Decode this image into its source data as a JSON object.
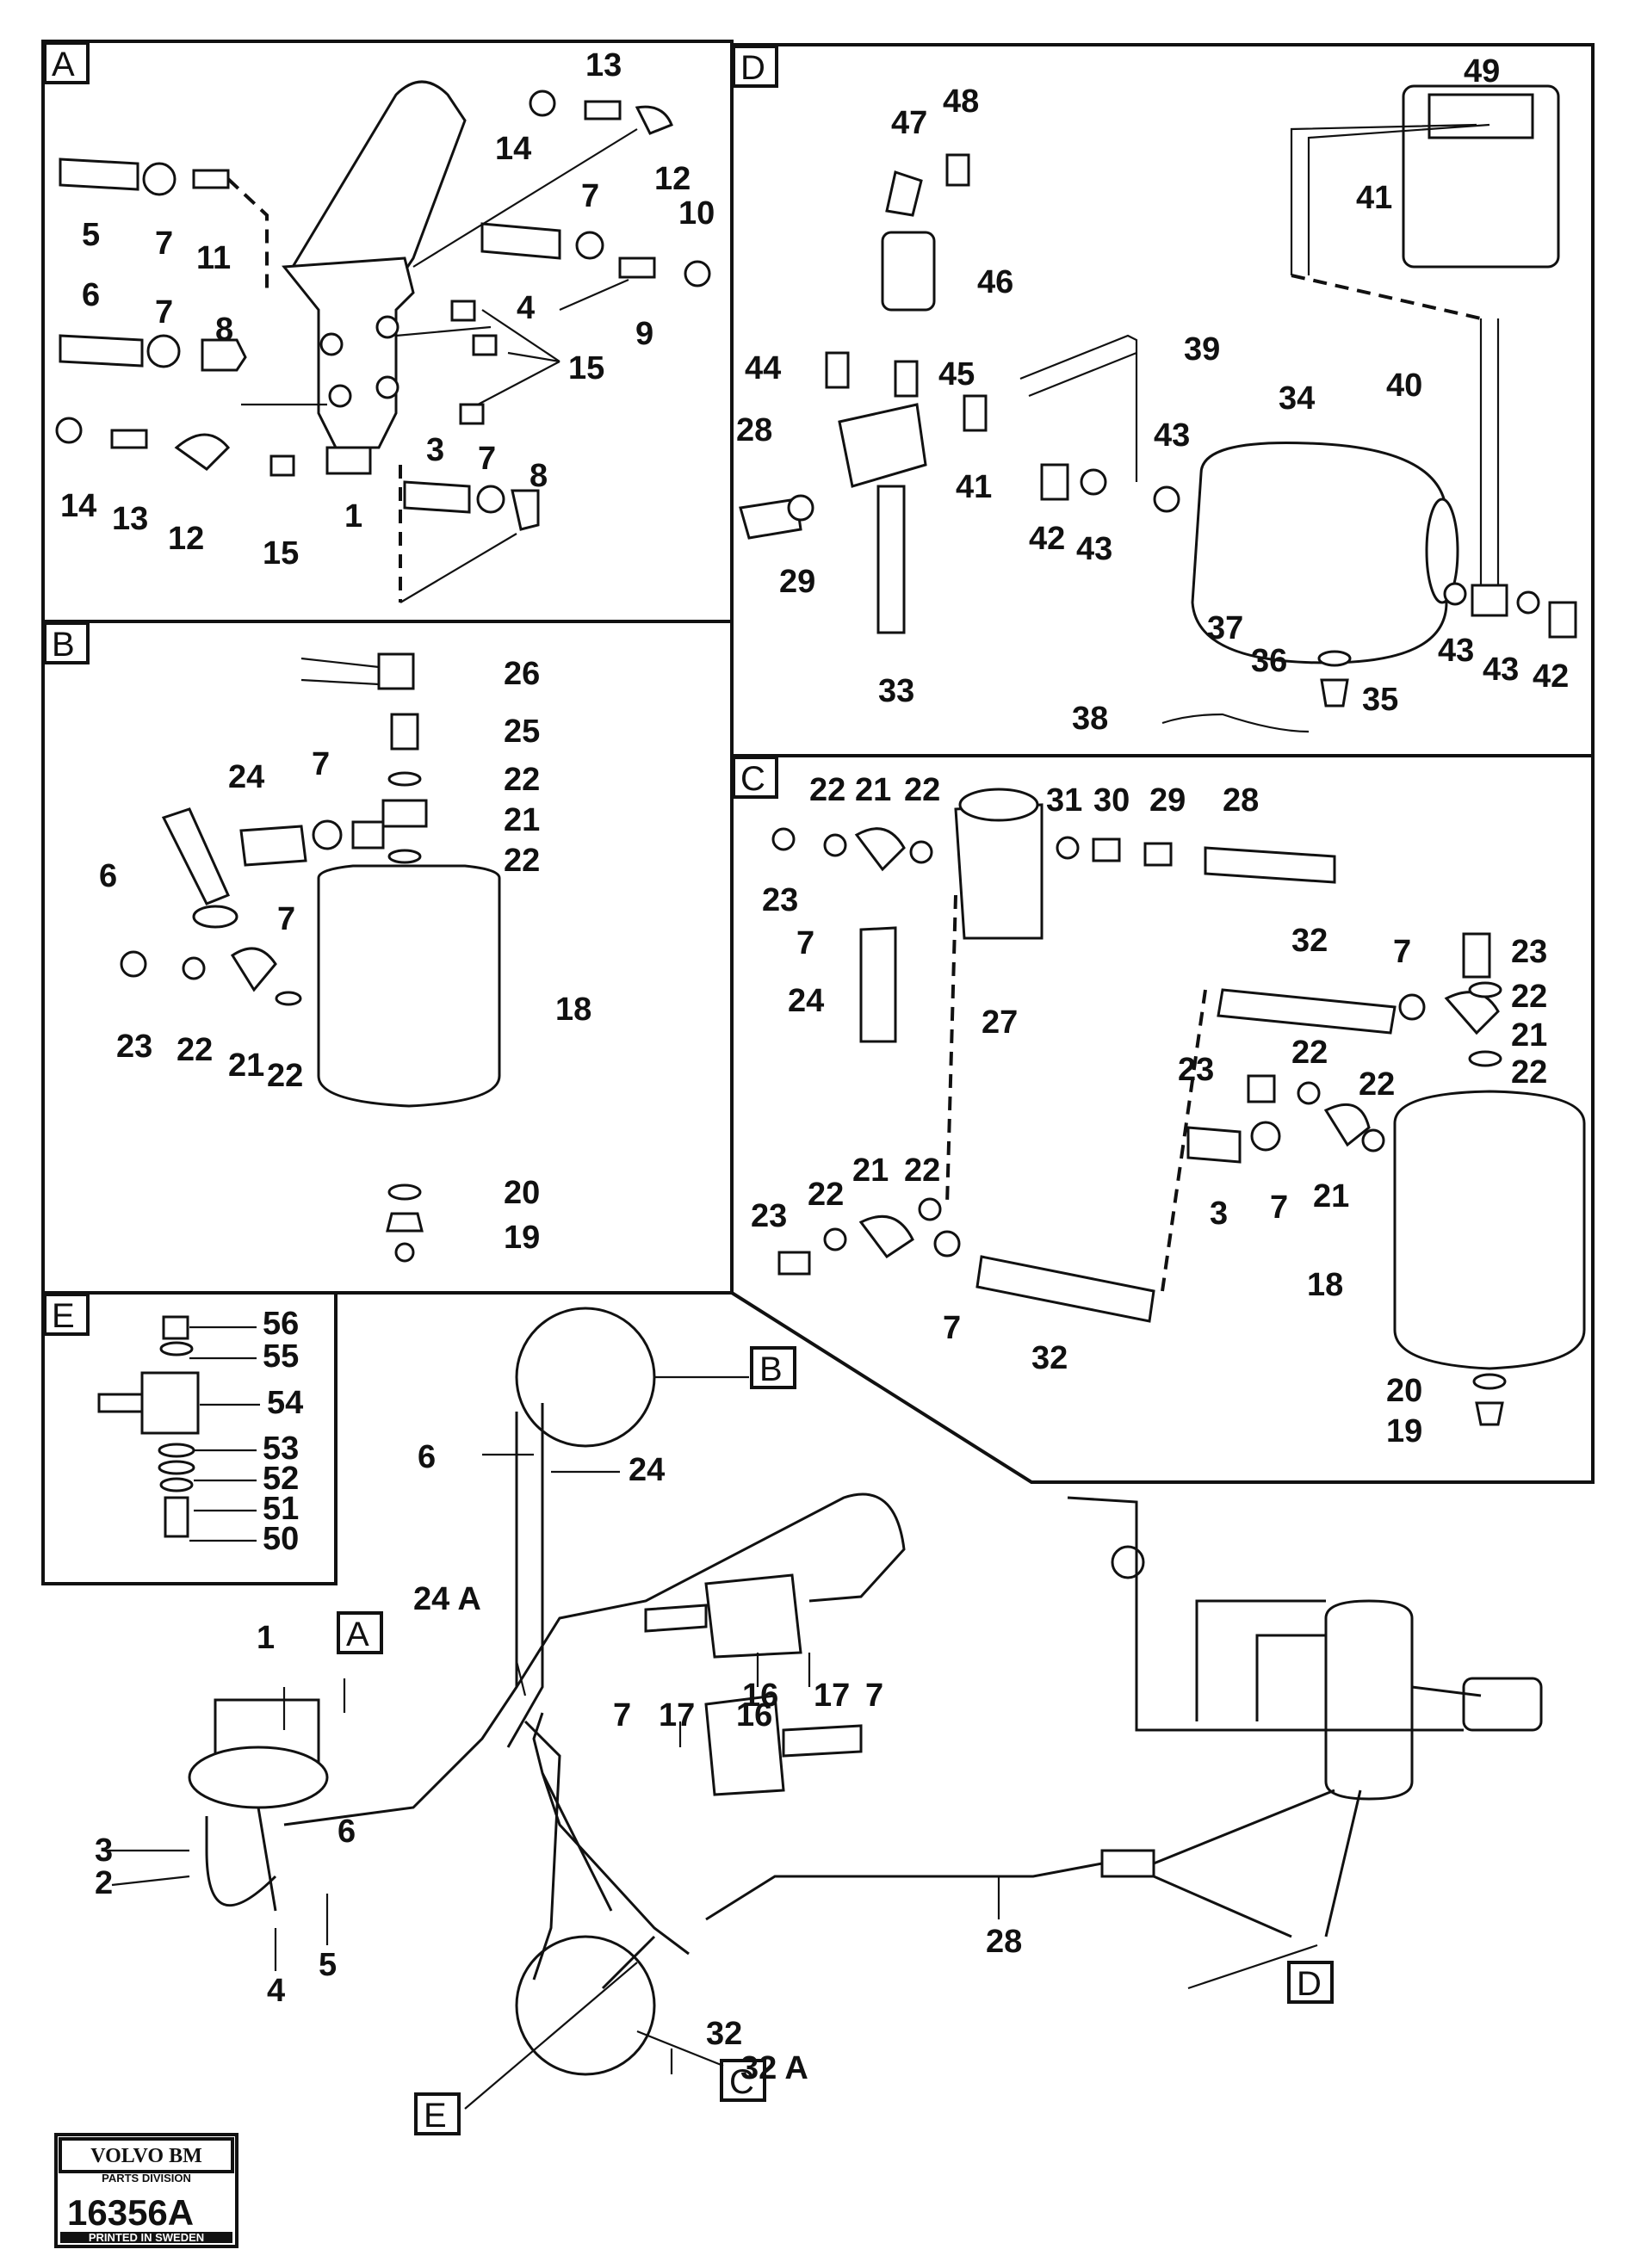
{
  "sections": {
    "A": "A",
    "B": "B",
    "C": "C",
    "D": "D",
    "E": "E"
  },
  "labels": {
    "sA": {
      "n13": "13",
      "n14a": "14",
      "n12a": "12",
      "n5": "5",
      "n7a": "7",
      "n11": "11",
      "n7b": "7",
      "n10": "10",
      "n4": "4",
      "n9": "9",
      "n6": "6",
      "n7c": "7",
      "n8a": "8",
      "n15a": "15",
      "n14b": "14",
      "n13b": "13",
      "n12b": "12",
      "n15b": "15",
      "n1": "1",
      "n3": "3",
      "n7d": "7",
      "n8b": "8"
    },
    "sB": {
      "n26": "26",
      "n25": "25",
      "n24": "24",
      "n7a": "7",
      "n22a": "22",
      "n21a": "21",
      "n22b": "22",
      "n6": "6",
      "n7b": "7",
      "n18": "18",
      "n23": "23",
      "n22c": "22",
      "n21b": "21",
      "n22d": "22",
      "n20": "20",
      "n19": "19"
    },
    "sC": {
      "n22a": "22",
      "n21a": "21",
      "n22b": "22",
      "n31": "31",
      "n30": "30",
      "n29": "29",
      "n28": "28",
      "n23a": "23",
      "n7a": "7",
      "n24": "24",
      "n27": "27",
      "n32a": "32",
      "n7b": "7",
      "n23b": "23",
      "n22c": "22",
      "n21b": "21",
      "n22d": "22",
      "n23c": "23",
      "n22e": "22",
      "n22f": "22",
      "n3": "3",
      "n7c": "7",
      "n21c": "21",
      "n23d": "23",
      "n22g": "22",
      "n21d": "21",
      "n22h": "22",
      "n7d": "7",
      "n32b": "32",
      "n18": "18",
      "n20": "20",
      "n19": "19"
    },
    "sD": {
      "n47": "47",
      "n48": "48",
      "n49": "49",
      "n41a": "41",
      "n46": "46",
      "n44": "44",
      "n45": "45",
      "n39": "39",
      "n40": "40",
      "n28": "28",
      "n34": "34",
      "n43a": "43",
      "n41b": "41",
      "n42a": "42",
      "n43b": "43",
      "n29": "29",
      "n33": "33",
      "n36": "36",
      "n37": "37",
      "n35": "35",
      "n38": "38",
      "n43c": "43",
      "n43d": "43",
      "n42b": "42"
    },
    "sE": {
      "n56": "56",
      "n55": "55",
      "n54": "54",
      "n53": "53",
      "n52": "52",
      "n51": "51",
      "n50": "50"
    },
    "main": {
      "n6": "6",
      "n24": "24",
      "n24A": "24 A",
      "n1": "1",
      "n16a": "16",
      "n17a": "17",
      "n7a": "7",
      "n7b": "7",
      "n17b": "17",
      "n16b": "16",
      "n3": "3",
      "n6b": "6",
      "n2": "2",
      "n4": "4",
      "n5": "5",
      "n28": "28",
      "n32": "32",
      "n32A": "32 A"
    }
  },
  "callouts": {
    "A": "A",
    "B": "B",
    "C": "C",
    "D": "D",
    "E": "E"
  },
  "stamp": {
    "brand": "VOLVO BM",
    "division": "PARTS DIVISION",
    "number": "16356A",
    "printed": "PRINTED IN SWEDEN"
  }
}
